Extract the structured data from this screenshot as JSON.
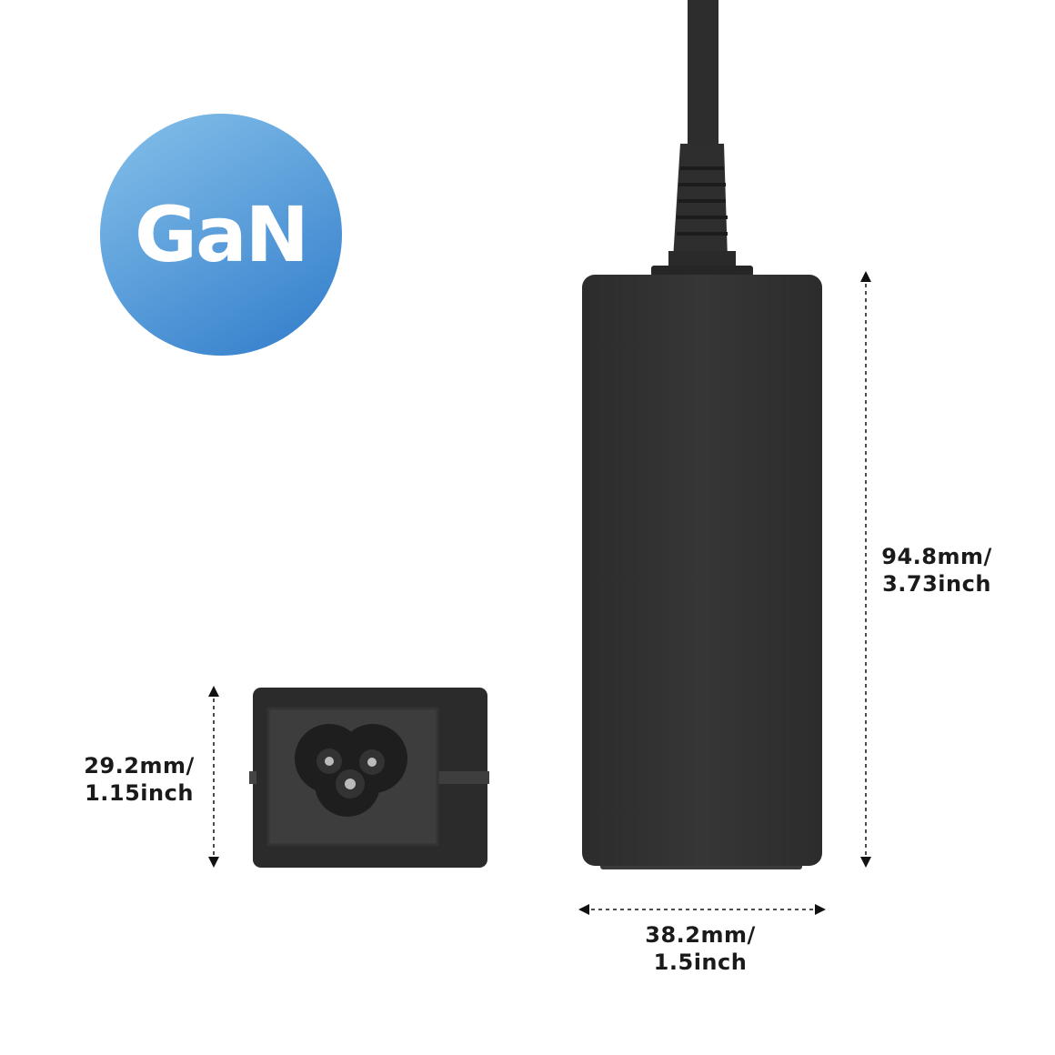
{
  "badge": {
    "text": "GaN",
    "color_top": "#86c1ea",
    "color_bottom": "#3d86cf"
  },
  "dimensions": {
    "length": {
      "line1": "94.8mm/",
      "line2": "3.73inch"
    },
    "width": {
      "line1": "38.2mm/",
      "line2": "1.5inch"
    },
    "height": {
      "line1": "29.2mm/",
      "line2": "1.15inch"
    }
  },
  "colors": {
    "body": "#323232",
    "connector": "#2b2b2b",
    "panel": "#3d3d3d"
  }
}
